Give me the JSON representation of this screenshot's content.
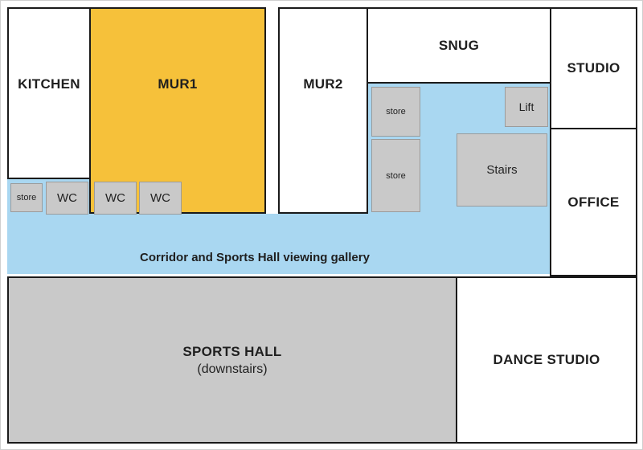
{
  "colors": {
    "highlight-yellow": "#F6C13A",
    "corridor-blue": "#A9D7F1",
    "room-gray": "#C9C9C9",
    "wall-black": "#1A1A1A"
  },
  "rooms": {
    "kitchen": {
      "label": "KITCHEN"
    },
    "mur1": {
      "label": "MUR1"
    },
    "mur2": {
      "label": "MUR2"
    },
    "snug": {
      "label": "SNUG"
    },
    "studio": {
      "label": "STUDIO"
    },
    "office": {
      "label": "OFFICE"
    },
    "dance_studio": {
      "label": "DANCE STUDIO"
    },
    "sports_hall": {
      "label": "SPORTS HALL",
      "sublabel": "(downstairs)"
    },
    "corridor": {
      "label": "Corridor and Sports Hall viewing gallery"
    }
  },
  "features": {
    "store_wc_row": {
      "label": "store"
    },
    "wc_1": {
      "label": "WC"
    },
    "wc_2": {
      "label": "WC"
    },
    "wc_3": {
      "label": "WC"
    },
    "store_upper": {
      "label": "store"
    },
    "store_lower": {
      "label": "store"
    },
    "lift": {
      "label": "Lift"
    },
    "stairs": {
      "label": "Stairs"
    }
  }
}
